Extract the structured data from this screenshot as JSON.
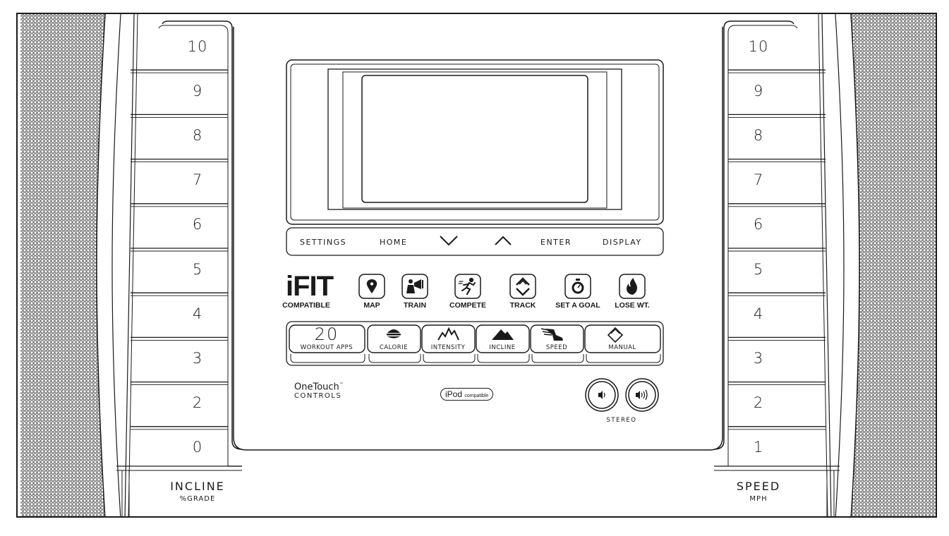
{
  "incline": {
    "title": "INCLINE",
    "subtitle": "%GRADE",
    "keys": [
      "10",
      "9",
      "8",
      "7",
      "6",
      "5",
      "4",
      "3",
      "2",
      "0"
    ]
  },
  "speed": {
    "title": "SPEED",
    "subtitle": "MPH",
    "keys": [
      "10",
      "9",
      "8",
      "7",
      "6",
      "5",
      "4",
      "3",
      "2",
      "1"
    ]
  },
  "nav_buttons": [
    "SETTINGS",
    "HOME",
    "ENTER",
    "DISPLAY"
  ],
  "nav_icons": [
    "chevron-down-icon",
    "chevron-up-icon"
  ],
  "ifit": {
    "logo": "iFIT",
    "label": "COMPATIBLE",
    "buttons": [
      {
        "label": "MAP",
        "icon": "map-pin-icon"
      },
      {
        "label": "TRAIN",
        "icon": "trainer-megaphone-icon"
      },
      {
        "label": "COMPETE",
        "icon": "runner-icon"
      },
      {
        "label": "TRACK",
        "icon": "sync-arrows-icon"
      },
      {
        "label": "SET A GOAL",
        "icon": "stopwatch-icon"
      },
      {
        "label": "LOSE WT.",
        "icon": "flame-icon"
      }
    ]
  },
  "workouts": {
    "count": "20",
    "count_label": "WORKOUT APPS",
    "buttons": [
      {
        "label": "CALORIE",
        "icon": "burger-icon"
      },
      {
        "label": "INTENSITY",
        "icon": "intensity-peaks-icon"
      },
      {
        "label": "INCLINE",
        "icon": "mountain-icon"
      },
      {
        "label": "SPEED",
        "icon": "winged-foot-icon"
      },
      {
        "label": "MANUAL",
        "icon": "diamond-icon"
      }
    ]
  },
  "onetouch": {
    "line1": "OneTouch",
    "tm": "™",
    "line2": "CONTROLS"
  },
  "ipod": {
    "brand": "iPod",
    "suffix": "compatible"
  },
  "stereo": {
    "label": "STEREO",
    "icons": [
      "volume-down-icon",
      "volume-up-icon"
    ]
  }
}
